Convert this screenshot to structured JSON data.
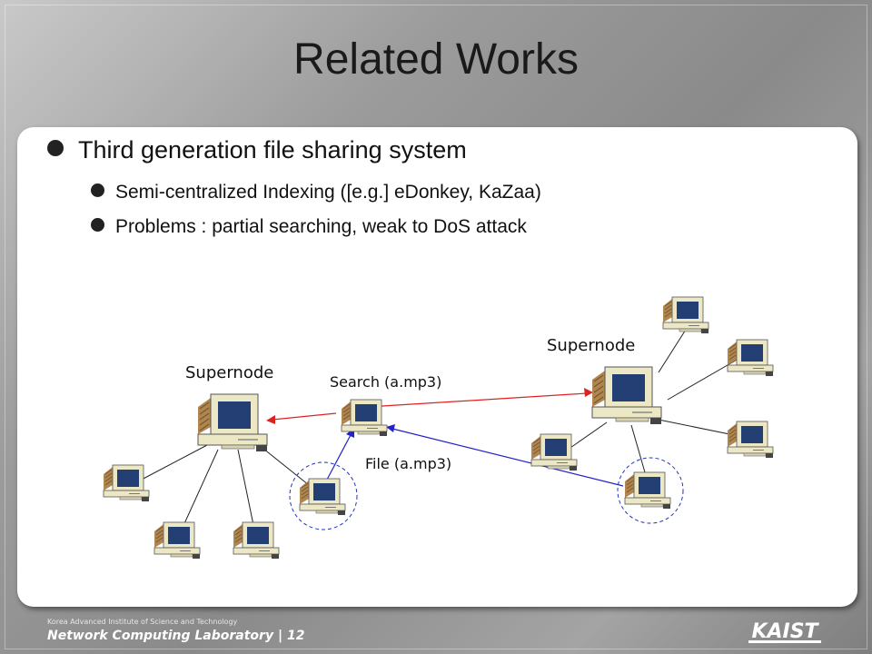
{
  "slide": {
    "title": "Related Works",
    "bullet_main": "Third generation file sharing system",
    "bullet_sub1": "Semi-centralized Indexing ([e.g.] eDonkey, KaZaa)",
    "bullet_sub2": "Problems : partial searching, weak to DoS attack"
  },
  "diagram": {
    "supernode_left_label": "Supernode",
    "supernode_right_label": "Supernode",
    "search_label": "Search (a.mp3)",
    "file_label": "File (a.mp3)",
    "colors": {
      "search_arrow": "#dd2222",
      "file_arrow": "#2222cc",
      "node_circle": "#2233bb"
    }
  },
  "footer": {
    "institute": "Korea Advanced Institute of Science and Technology",
    "lab": "Network Computing Laboratory",
    "separator": "|",
    "page_number": "12",
    "logo_text": "KAIST"
  }
}
